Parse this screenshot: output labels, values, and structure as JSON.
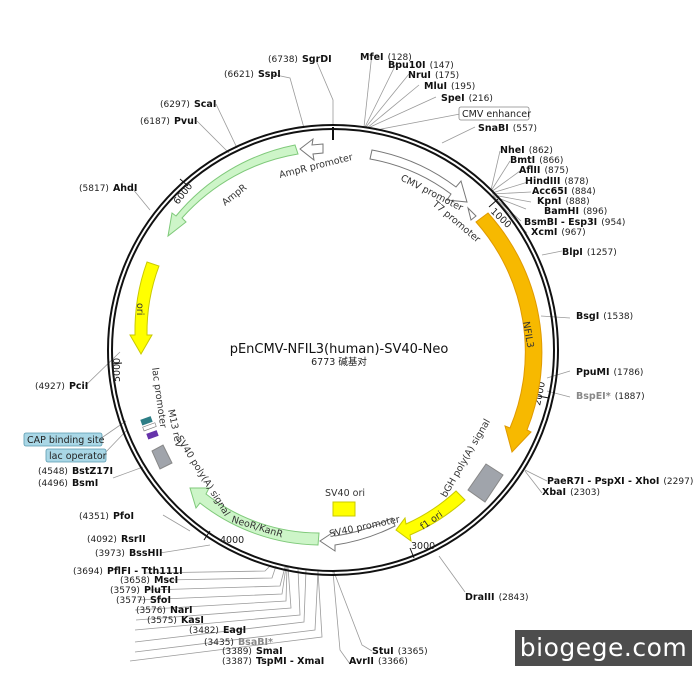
{
  "plasmid": {
    "name": "pEnCMV-NFIL3(human)-SV40-Neo",
    "size_label": "6773 碱基对",
    "length_bp": 6773
  },
  "colors": {
    "backbone": "#111111",
    "green_feature": "#cdf5c8",
    "green_stroke": "#7fc97a",
    "orange_feature": "#f7b900",
    "yellow_feature": "#ffff00",
    "gray_feature": "#a0a4ab",
    "white_feature": "#ffffff",
    "label_box": "#a9d7e6"
  },
  "ticks": [
    "1000",
    "2000",
    "3000",
    "4000",
    "5000",
    "6000"
  ],
  "features": [
    {
      "name": "CMV enhancer",
      "type": "arrow"
    },
    {
      "name": "CMV promoter",
      "type": "arrow"
    },
    {
      "name": "T7 promoter",
      "type": "arrow"
    },
    {
      "name": "NFIL3",
      "type": "arrow"
    },
    {
      "name": "bGH poly(A) signal",
      "type": "box"
    },
    {
      "name": "f1 ori",
      "type": "arrow"
    },
    {
      "name": "SV40 promoter",
      "type": "arrow"
    },
    {
      "name": "SV40 ori",
      "type": "box"
    },
    {
      "name": "NeoR/KanR",
      "type": "arrow"
    },
    {
      "name": "SV40 poly(A) signal",
      "type": "box"
    },
    {
      "name": "lac promoter",
      "type": "arrow"
    },
    {
      "name": "M13 rev",
      "type": "arrow"
    },
    {
      "name": "CAP binding site",
      "type": "box"
    },
    {
      "name": "lac operator",
      "type": "box"
    },
    {
      "name": "ori",
      "type": "arrow"
    },
    {
      "name": "AmpR",
      "type": "arrow"
    },
    {
      "name": "AmpR promoter",
      "type": "arrow"
    }
  ],
  "restriction_sites": [
    {
      "name": "SgrDI",
      "pos": "(6738)"
    },
    {
      "name": "SspI",
      "pos": "(6621)"
    },
    {
      "name": "ScaI",
      "pos": "(6297)"
    },
    {
      "name": "PvuI",
      "pos": "(6187)"
    },
    {
      "name": "AhdI",
      "pos": "(5817)"
    },
    {
      "name": "PciI",
      "pos": "(4927)"
    },
    {
      "name": "BstZ17I",
      "pos": "(4548)"
    },
    {
      "name": "BsmI",
      "pos": "(4496)"
    },
    {
      "name": "PfoI",
      "pos": "(4351)"
    },
    {
      "name": "RsrII",
      "pos": "(4092)"
    },
    {
      "name": "BssHII",
      "pos": "(3973)"
    },
    {
      "name": "PflFI - Tth111I",
      "pos": "(3694)"
    },
    {
      "name": "MscI",
      "pos": "(3658)"
    },
    {
      "name": "PluTI",
      "pos": "(3579)"
    },
    {
      "name": "SfoI",
      "pos": "(3577)"
    },
    {
      "name": "NarI",
      "pos": "(3576)"
    },
    {
      "name": "KasI",
      "pos": "(3575)"
    },
    {
      "name": "EagI",
      "pos": "(3482)"
    },
    {
      "name": "BsaBI*",
      "pos": "(3435)"
    },
    {
      "name": "SmaI",
      "pos": "(3389)"
    },
    {
      "name": "TspMI - XmaI",
      "pos": "(3387)"
    },
    {
      "name": "AvrII",
      "pos": "(3366)"
    },
    {
      "name": "StuI",
      "pos": "(3365)"
    },
    {
      "name": "DraIII",
      "pos": "(2843)"
    },
    {
      "name": "XbaI",
      "pos": "(2303)"
    },
    {
      "name": "PaeR7I - PspXI - XhoI",
      "pos": "(2297)"
    },
    {
      "name": "BspEI*",
      "pos": "(1887)"
    },
    {
      "name": "PpuMI",
      "pos": "(1786)"
    },
    {
      "name": "BsgI",
      "pos": "(1538)"
    },
    {
      "name": "BlpI",
      "pos": "(1257)"
    },
    {
      "name": "XcmI",
      "pos": "(967)"
    },
    {
      "name": "BsmBI - Esp3I",
      "pos": "(954)"
    },
    {
      "name": "BamHI",
      "pos": "(896)"
    },
    {
      "name": "KpnI",
      "pos": "(888)"
    },
    {
      "name": "Acc65I",
      "pos": "(884)"
    },
    {
      "name": "HindIII",
      "pos": "(878)"
    },
    {
      "name": "AflII",
      "pos": "(875)"
    },
    {
      "name": "BmtI",
      "pos": "(866)"
    },
    {
      "name": "NheI",
      "pos": "(862)"
    },
    {
      "name": "SnaBI",
      "pos": "(557)"
    },
    {
      "name": "SpeI",
      "pos": "(216)"
    },
    {
      "name": "MluI",
      "pos": "(195)"
    },
    {
      "name": "NruI",
      "pos": "(175)"
    },
    {
      "name": "Bpu10I",
      "pos": "(147)"
    },
    {
      "name": "MfeI",
      "pos": "(128)"
    }
  ],
  "watermark": "biogege.com"
}
